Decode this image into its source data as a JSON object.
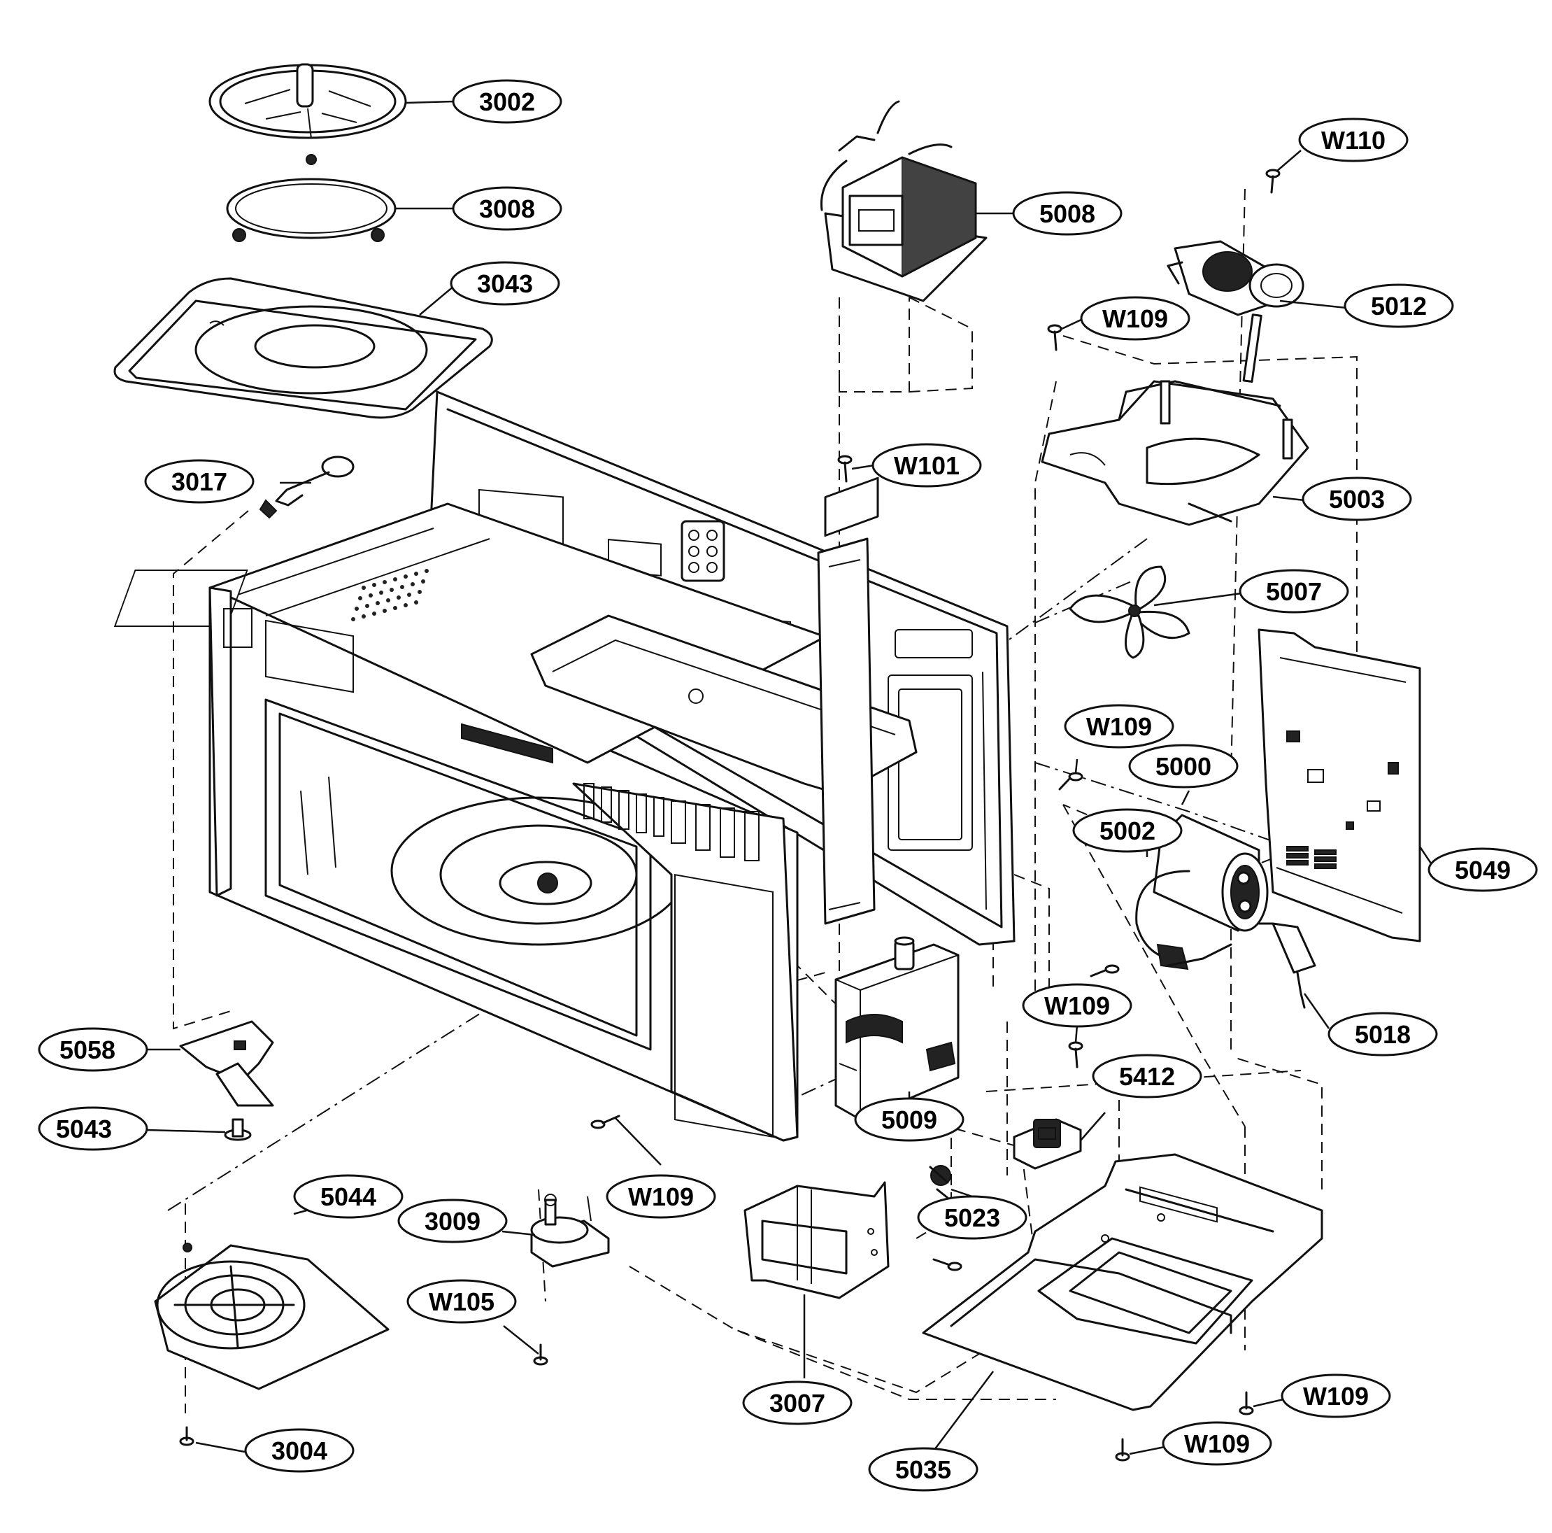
{
  "diagram": {
    "callouts": [
      {
        "id": "c3002",
        "label": "3002"
      },
      {
        "id": "c3008",
        "label": "3008"
      },
      {
        "id": "c3043",
        "label": "3043"
      },
      {
        "id": "c3017",
        "label": "3017"
      },
      {
        "id": "c5008",
        "label": "5008"
      },
      {
        "id": "cW110",
        "label": "W110"
      },
      {
        "id": "cW109a",
        "label": "W109"
      },
      {
        "id": "c5012",
        "label": "5012"
      },
      {
        "id": "cW101",
        "label": "W101"
      },
      {
        "id": "c5003",
        "label": "5003"
      },
      {
        "id": "c5007",
        "label": "5007"
      },
      {
        "id": "cW109b",
        "label": "W109"
      },
      {
        "id": "c5000",
        "label": "5000"
      },
      {
        "id": "c5002",
        "label": "5002"
      },
      {
        "id": "c5049",
        "label": "5049"
      },
      {
        "id": "cW109c",
        "label": "W109"
      },
      {
        "id": "c5018",
        "label": "5018"
      },
      {
        "id": "c5058",
        "label": "5058"
      },
      {
        "id": "c5412",
        "label": "5412"
      },
      {
        "id": "c5043",
        "label": "5043"
      },
      {
        "id": "c5009",
        "label": "5009"
      },
      {
        "id": "cW109d",
        "label": "W109"
      },
      {
        "id": "c5023",
        "label": "5023"
      },
      {
        "id": "c5044",
        "label": "5044"
      },
      {
        "id": "c3009",
        "label": "3009"
      },
      {
        "id": "cW105",
        "label": "W105"
      },
      {
        "id": "c3007",
        "label": "3007"
      },
      {
        "id": "cW109e",
        "label": "W109"
      },
      {
        "id": "cW109f",
        "label": "W109"
      },
      {
        "id": "c3004",
        "label": "3004"
      },
      {
        "id": "c5035",
        "label": "5035"
      }
    ]
  }
}
